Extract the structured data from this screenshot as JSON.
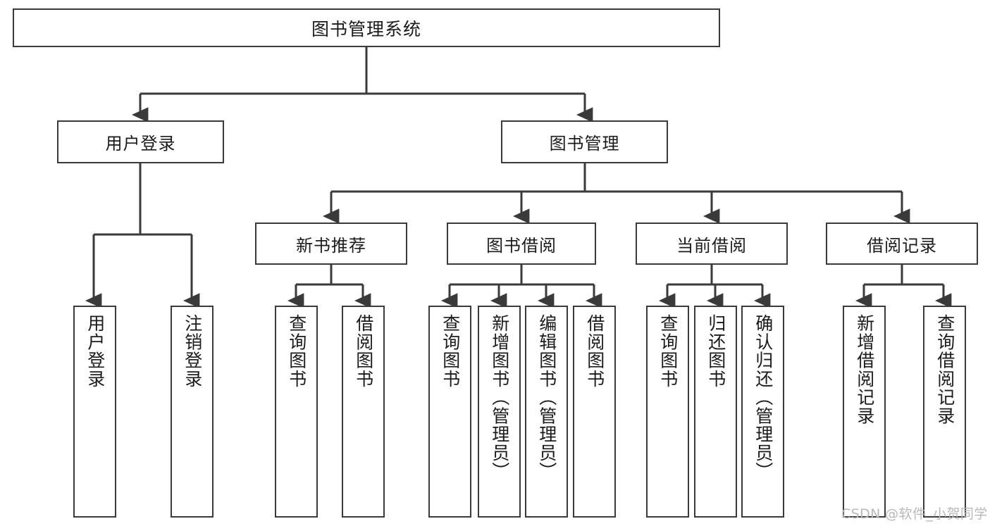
{
  "diagram": {
    "title": "图书管理系统",
    "type": "hierarchy-tree",
    "stroke_color": "#3a3a3a",
    "fill_color": "#ffffff",
    "text_color": "#1b1b1b"
  },
  "root": {
    "label": "图书管理系统"
  },
  "level2": [
    {
      "label": "用户登录"
    },
    {
      "label": "图书管理"
    }
  ],
  "level3": [
    {
      "label": "新书推荐"
    },
    {
      "label": "图书借阅"
    },
    {
      "label": "当前借阅"
    },
    {
      "label": "借阅记录"
    }
  ],
  "leaves": [
    {
      "label": "用户登录"
    },
    {
      "label": "注销登录"
    },
    {
      "label": "查询图书"
    },
    {
      "label": "借阅图书"
    },
    {
      "label": "查询图书"
    },
    {
      "label": "新增图书（管理员）"
    },
    {
      "label": "编辑图书（管理员）"
    },
    {
      "label": "借阅图书"
    },
    {
      "label": "查询图书"
    },
    {
      "label": "归还图书"
    },
    {
      "label": "确认归还（管理员）"
    },
    {
      "label": "新增借阅记录"
    },
    {
      "label": "查询借阅记录"
    }
  ],
  "watermark": {
    "text": "CSDN @软件_小贺同学"
  }
}
